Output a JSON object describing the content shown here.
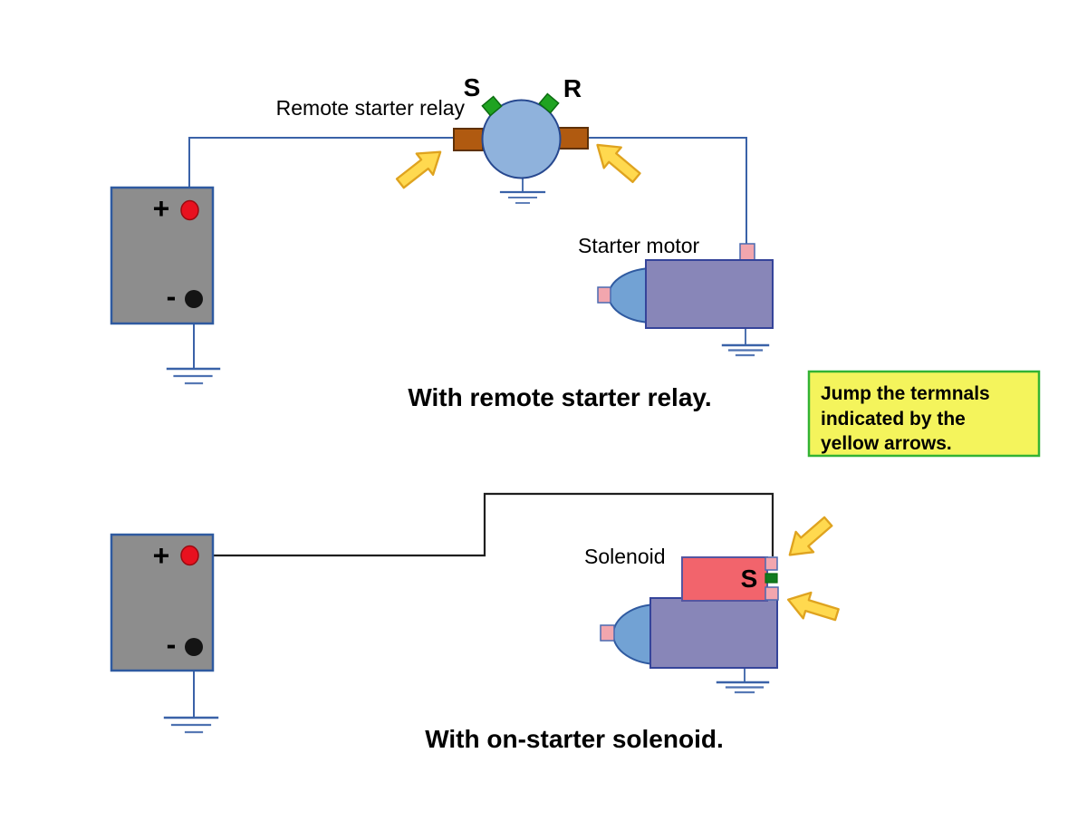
{
  "colors": {
    "background": "#ffffff",
    "wire_blue": "#3a62a8",
    "wire_black": "#1f1f1f",
    "battery_fill": "#8d8d8d",
    "battery_border": "#2f5aa0",
    "terminal_red_fill": "#e8111f",
    "terminal_red_border": "#9a0a10",
    "terminal_black": "#141414",
    "relay_fill": "#8fb2dc",
    "relay_border": "#27488f",
    "relay_lug_fill": "#b05a10",
    "relay_lug_border": "#5f3106",
    "green_terminal_fill": "#1fa321",
    "green_terminal_border": "#0b6b10",
    "motor_body_fill": "#8886b8",
    "motor_body_border": "#35449a",
    "motor_dome_fill": "#72a2d4",
    "motor_dome_border": "#2f5aa0",
    "pink_terminal_fill": "#f2a6ae",
    "pink_terminal_border": "#4a6ab0",
    "solenoid_fill": "#f2646c",
    "solenoid_border": "#5555a0",
    "solenoid_green_fill": "#0f7a1f",
    "arrow_fill": "#ffd94f",
    "arrow_border": "#dfa31f",
    "note_fill": "#f4f45c",
    "note_border": "#33b333",
    "text": "#000000"
  },
  "top_diagram": {
    "relay_label": "Remote starter relay",
    "terminal_s_label": "S",
    "terminal_r_label": "R",
    "motor_label": "Starter motor",
    "battery_plus": "+",
    "battery_minus": "-",
    "caption": "With remote starter relay."
  },
  "bottom_diagram": {
    "solenoid_label": "Solenoid",
    "terminal_s_label": "S",
    "battery_plus": "+",
    "battery_minus": "-",
    "caption": "With on-starter solenoid."
  },
  "note": {
    "lines": [
      "Jump the termnals",
      "indicated by the",
      "yellow arrows."
    ]
  }
}
